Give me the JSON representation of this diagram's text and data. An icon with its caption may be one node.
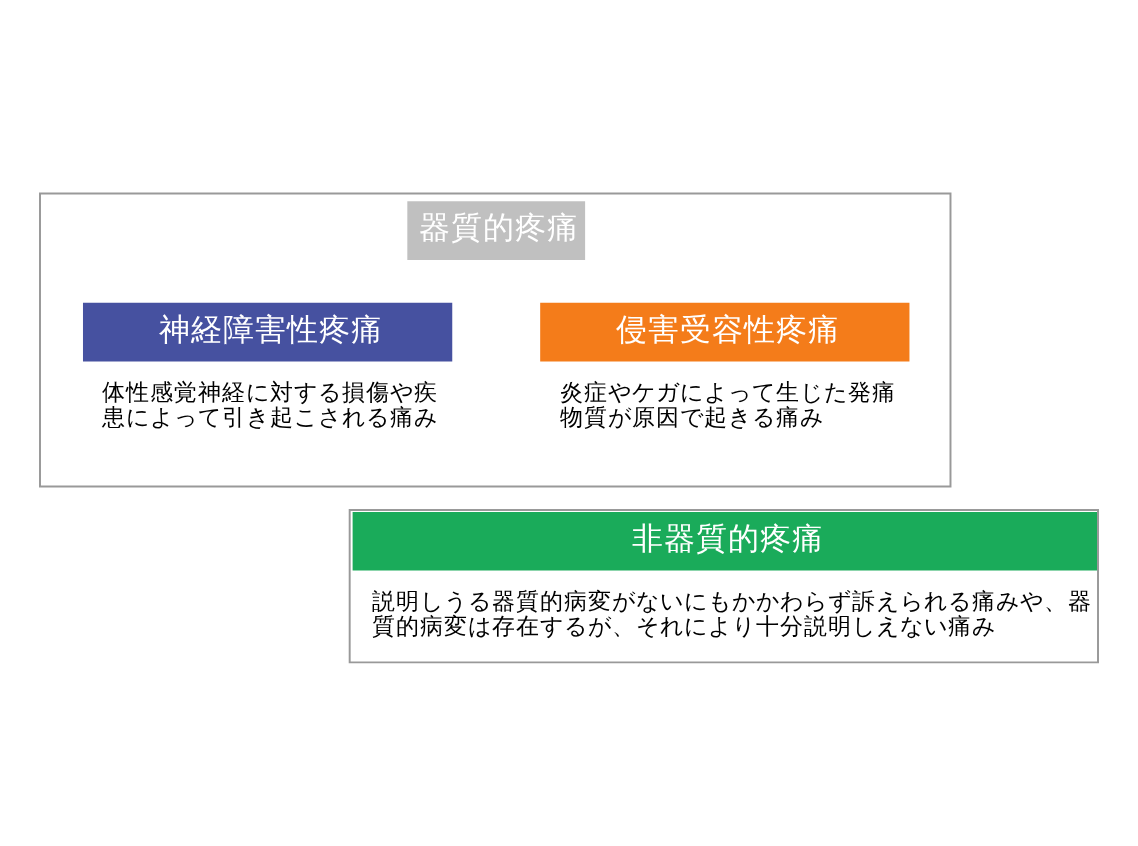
{
  "diagram": {
    "nodes": [
      {
        "text": [
          "器質的疼痛"
        ]
      },
      {
        "text": [
          "侵害受容性疼痛",
          "炎症やケガによって生じた発痛物質が原因で起きる痛み"
        ],
        "in": 0
      },
      {
        "text": [
          "神経障害性疼痛",
          "体性感覚神経に対する損傷や疾患によって引き起こされる痛み"
        ],
        "in": 0
      },
      {
        "text": [
          "非器質的疼痛",
          "説明しうる器質的病変がないにもかかわらず訴えられる痛みや、器質的病変は存在するが、それにより十分説明しえない痛み"
        ]
      }
    ],
    "edges": []
  }
}
